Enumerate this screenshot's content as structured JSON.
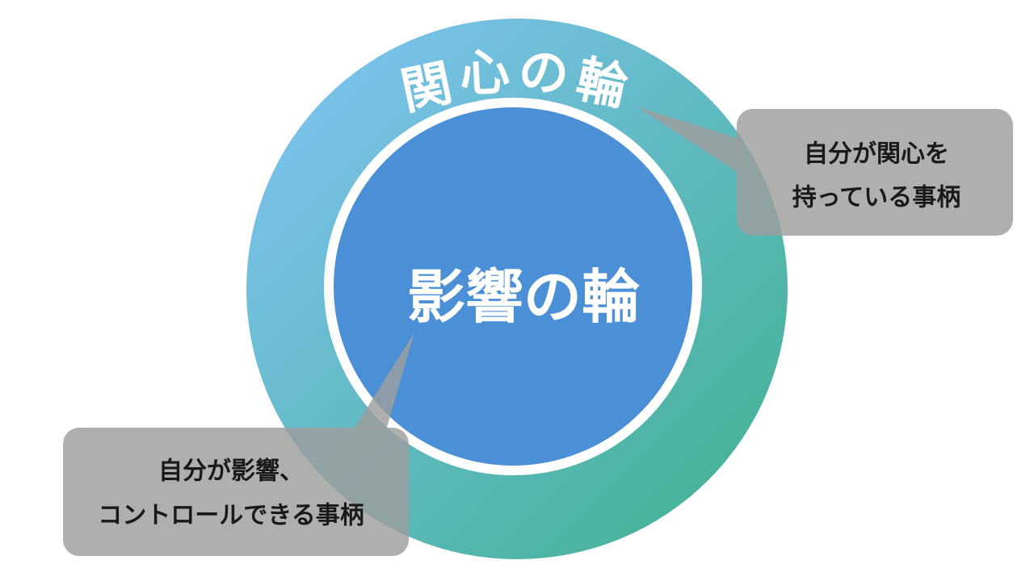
{
  "diagram": {
    "outer_circle": {
      "label": "関心の輪",
      "label_chars": [
        "関",
        "心",
        "の",
        "輪"
      ]
    },
    "inner_circle": {
      "label": "影響の輪"
    },
    "callouts": {
      "concern": {
        "lines": [
          "自分が関心を",
          "持っている事柄"
        ]
      },
      "influence": {
        "lines": [
          "自分が影響、",
          "コントロールできる事柄"
        ]
      }
    }
  },
  "colors": {
    "outer_gradient_start": "#82c4f8",
    "outer_gradient_end": "#3fb08c",
    "inner_fill": "#4b8fd6",
    "inner_border": "#ffffff",
    "callout_fill": "#9e9e9e",
    "text_dark": "#1a1a1a",
    "text_light": "#ffffff"
  }
}
